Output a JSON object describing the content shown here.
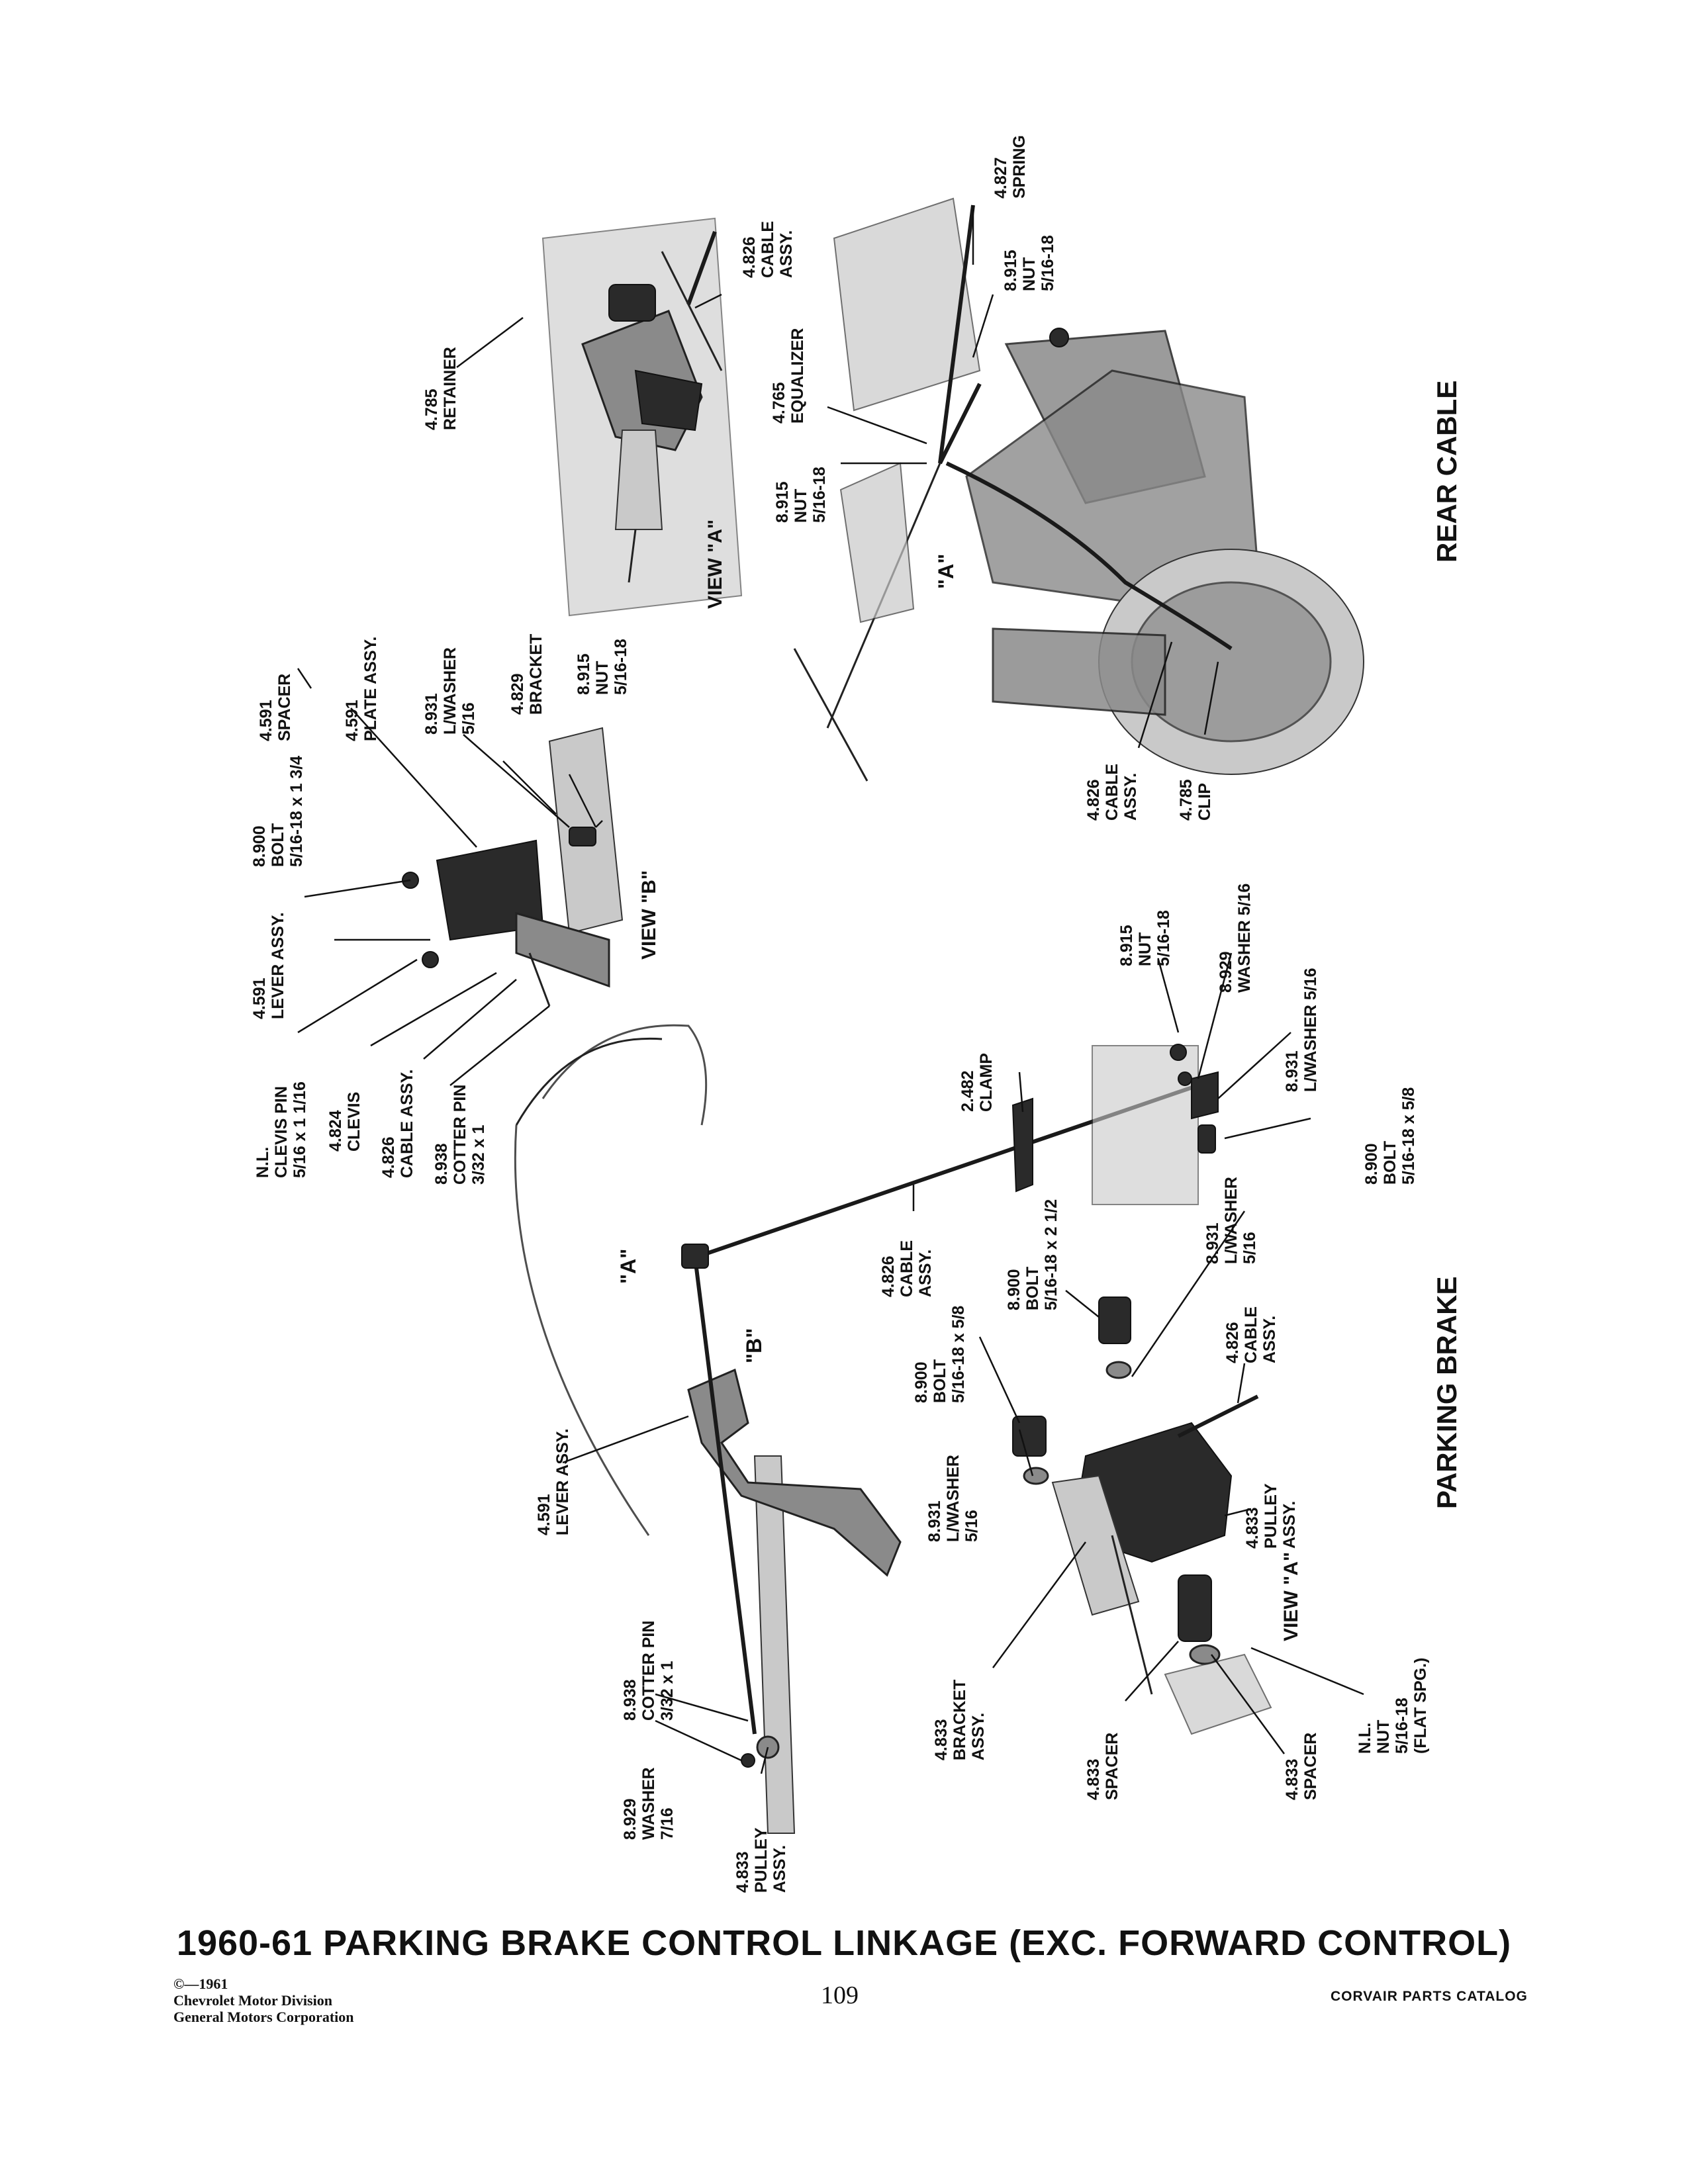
{
  "title": "1960-61 PARKING BRAKE CONTROL LINKAGE (EXC. FORWARD CONTROL)",
  "footer": {
    "copyright_line": "©—1961",
    "division": "Chevrolet Motor Division",
    "corporation": "General Motors Corporation",
    "page_number": "109",
    "catalog": "CORVAIR PARTS CATALOG"
  },
  "sections": {
    "rear_cable": "REAR CABLE",
    "parking_brake": "PARKING BRAKE"
  },
  "views": {
    "view_a_top": "VIEW \"A\"",
    "view_b": "VIEW \"B\"",
    "view_a_bottom": "VIEW \"A\"",
    "marker_a_main": "\"A\"",
    "marker_b_main": "\"B\"",
    "marker_a_rear": "\"A\""
  },
  "callouts": {
    "retainer": [
      "4.785",
      "RETAINER"
    ],
    "cable_top": [
      "4.826",
      "CABLE",
      "ASSY."
    ],
    "spring": [
      "4.827",
      "SPRING"
    ],
    "nut_top_right": [
      "8.915",
      "NUT",
      "5/16-18"
    ],
    "equalizer": [
      "4.765",
      "EQUALIZER"
    ],
    "nut_equalizer": [
      "8.915",
      "NUT",
      "5/16-18"
    ],
    "cable_rear": [
      "4.826",
      "CABLE",
      "ASSY."
    ],
    "clip": [
      "4.785",
      "CLIP"
    ],
    "spacer_b": [
      "4.591",
      "SPACER"
    ],
    "plate_b": [
      "4.591",
      "PLATE ASSY."
    ],
    "lwasher_b": [
      "8.931",
      "L/WASHER",
      "5/16"
    ],
    "bracket_b": [
      "4.829",
      "BRACKET"
    ],
    "nut_b": [
      "8.915",
      "NUT",
      "5/16-18"
    ],
    "bolt_b": [
      "8.900",
      "BOLT",
      "5/16-18 x 1 3/4"
    ],
    "lever_b": [
      "4.591",
      "LEVER ASSY."
    ],
    "clevis_pin": [
      "N.L.",
      "CLEVIS PIN",
      "5/16 x 1 1/16"
    ],
    "clevis": [
      "4.824",
      "CLEVIS"
    ],
    "cable_b": [
      "4.826",
      "CABLE ASSY."
    ],
    "cotter_b": [
      "8.938",
      "COTTER PIN",
      "3/32 x 1"
    ],
    "nut_mid": [
      "8.915",
      "NUT",
      "5/16-18"
    ],
    "washer_mid": [
      "8.929",
      "WASHER 5/16"
    ],
    "lwasher_mid": [
      "8.931",
      "L/WASHER 5/16"
    ],
    "bolt_mid": [
      "8.900",
      "BOLT",
      "5/16-18 x 5/8"
    ],
    "clamp": [
      "2.482",
      "CLAMP"
    ],
    "cable_main": [
      "4.826",
      "CABLE",
      "ASSY."
    ],
    "bolt_pulley_a": [
      "8.900",
      "BOLT",
      "5/16-18 x 2 1/2"
    ],
    "lwasher_pulley_a": [
      "8.931",
      "L/WASHER",
      "5/16"
    ],
    "bolt_pulley_b": [
      "8.900",
      "BOLT",
      "5/16-18 x 5/8"
    ],
    "lwasher_pulley_b": [
      "8.931",
      "L/WASHER",
      "5/16"
    ],
    "cable_pulley": [
      "4.826",
      "CABLE",
      "ASSY."
    ],
    "pulley_assy": [
      "4.833",
      "PULLEY",
      "ASSY."
    ],
    "lever_main": [
      "4.591",
      "LEVER ASSY."
    ],
    "cotter_main": [
      "8.938",
      "COTTER PIN",
      "3/32 x 1"
    ],
    "washer_main": [
      "8.929",
      "WASHER",
      "7/16"
    ],
    "pulley_main": [
      "4.833",
      "PULLEY",
      "ASSY."
    ],
    "bracket_main": [
      "4.833",
      "BRACKET",
      "ASSY."
    ],
    "spacer_1": [
      "4.833",
      "SPACER"
    ],
    "spacer_2": [
      "4.833",
      "SPACER"
    ],
    "nut_flat": [
      "N.L.",
      "NUT",
      "5/16-18",
      "(FLAT SPG.)"
    ]
  }
}
